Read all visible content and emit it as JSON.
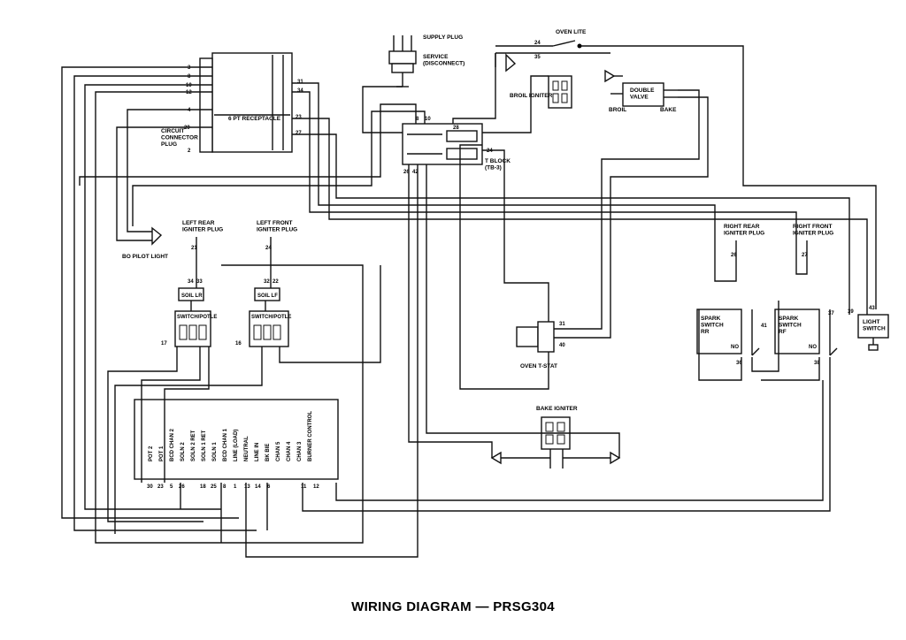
{
  "caption": "WIRING DIAGRAM — PRSG304",
  "labels": {
    "supply_plug": "SUPPLY PLUG",
    "service_disconnect": "SERVICE\n(DISCONNECT)",
    "oven_lite": "OVEN LITE",
    "broil_igniter": "BROIL IGNITER",
    "double_valve": "DOUBLE\nVALVE",
    "broil": "BROIL",
    "bake": "BAKE",
    "pt_receptacle": "6 PT RECEPTACLE",
    "circuit_connector_plug": "CIRCUIT\nCONNECTOR\nPLUG",
    "t_block": "T BLOCK\n(TB-3)",
    "left_rear_igniter_plug": "LEFT REAR\nIGNITER PLUG",
    "left_front_igniter_plug": "LEFT FRONT\nIGNITER PLUG",
    "right_rear_igniter_plug": "RIGHT REAR\nIGNITER PLUG",
    "right_front_igniter_plug": "RIGHT FRONT\nIGNITER PLUG",
    "bo_pilot_light": "BO PILOT LIGHT",
    "oven_tstat": "OVEN T-STAT",
    "bake_igniter": "BAKE IGNITER",
    "spark_switch_rr": "SPARK\nSWITCH\nRR",
    "spark_switch_rf": "SPARK\nSWITCH\nRF",
    "light_switch": "LIGHT\nSWITCH",
    "switch_potle_lr": "SWITCH/POTLE",
    "switch_potle_lf": "SWITCH/POTLE",
    "soil_lr": "SOIL LR",
    "soil_lf": "SOIL LF",
    "no": "NO",
    "rr_symbol": "RR",
    "rf_symbol": "RF"
  },
  "strip_labels": [
    "POT 2",
    "POT 1",
    "BCD CHAN 2",
    "SOLN 2",
    "SOLN 2 RET",
    "SOLN 1 RET",
    "SOLN 1",
    "BCD CHAN 1",
    "LINE (LOAD)",
    "NEUTRAL",
    "LINE IN",
    "BK BIE",
    "CHAN 5",
    "CHAN 4",
    "CHAN 3",
    "BURNER CONTROL"
  ],
  "strip_pins": [
    "30",
    "23",
    "5",
    "26",
    "18",
    "25",
    "8",
    "1",
    "13",
    "14",
    "6",
    "11",
    "12"
  ],
  "receptacle_pins_left": [
    "3",
    "8",
    "10",
    "12",
    "4",
    "29",
    "2"
  ],
  "receptacle_pins_right": [
    "31",
    "34",
    "23",
    "27"
  ],
  "tblock_pins": [
    "8",
    "10",
    "28",
    "26",
    "42",
    "24"
  ],
  "igniter_pins": {
    "lr": "21",
    "lf": "24",
    "rr": "26",
    "rf": "27"
  },
  "misc_pins": [
    "24",
    "35",
    "34",
    "33",
    "32",
    "22",
    "17",
    "16",
    "31",
    "40",
    "41",
    "36",
    "37",
    "38",
    "39",
    "43"
  ]
}
